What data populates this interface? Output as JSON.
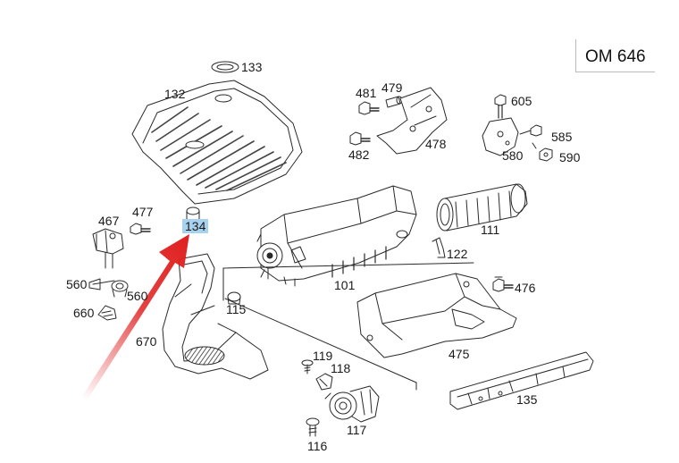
{
  "diagram": {
    "model": "OM 646",
    "highlighted_part": "134",
    "parts": {
      "p101": "101",
      "p111": "111",
      "p115": "115",
      "p116": "116",
      "p117": "117",
      "p118": "118",
      "p119": "119",
      "p122": "122",
      "p132": "132",
      "p133": "133",
      "p134": "134",
      "p135": "135",
      "p467": "467",
      "p475": "475",
      "p476": "476",
      "p477": "477",
      "p478": "478",
      "p479": "479",
      "p481": "481",
      "p482": "482",
      "p560a": "560",
      "p560b": "560",
      "p580": "580",
      "p585": "585",
      "p590": "590",
      "p605": "605",
      "p660": "660",
      "p670": "670"
    },
    "colors": {
      "line": "#2a2a2a",
      "highlight": "#a7d3ee",
      "arrow": "#e02020"
    }
  }
}
